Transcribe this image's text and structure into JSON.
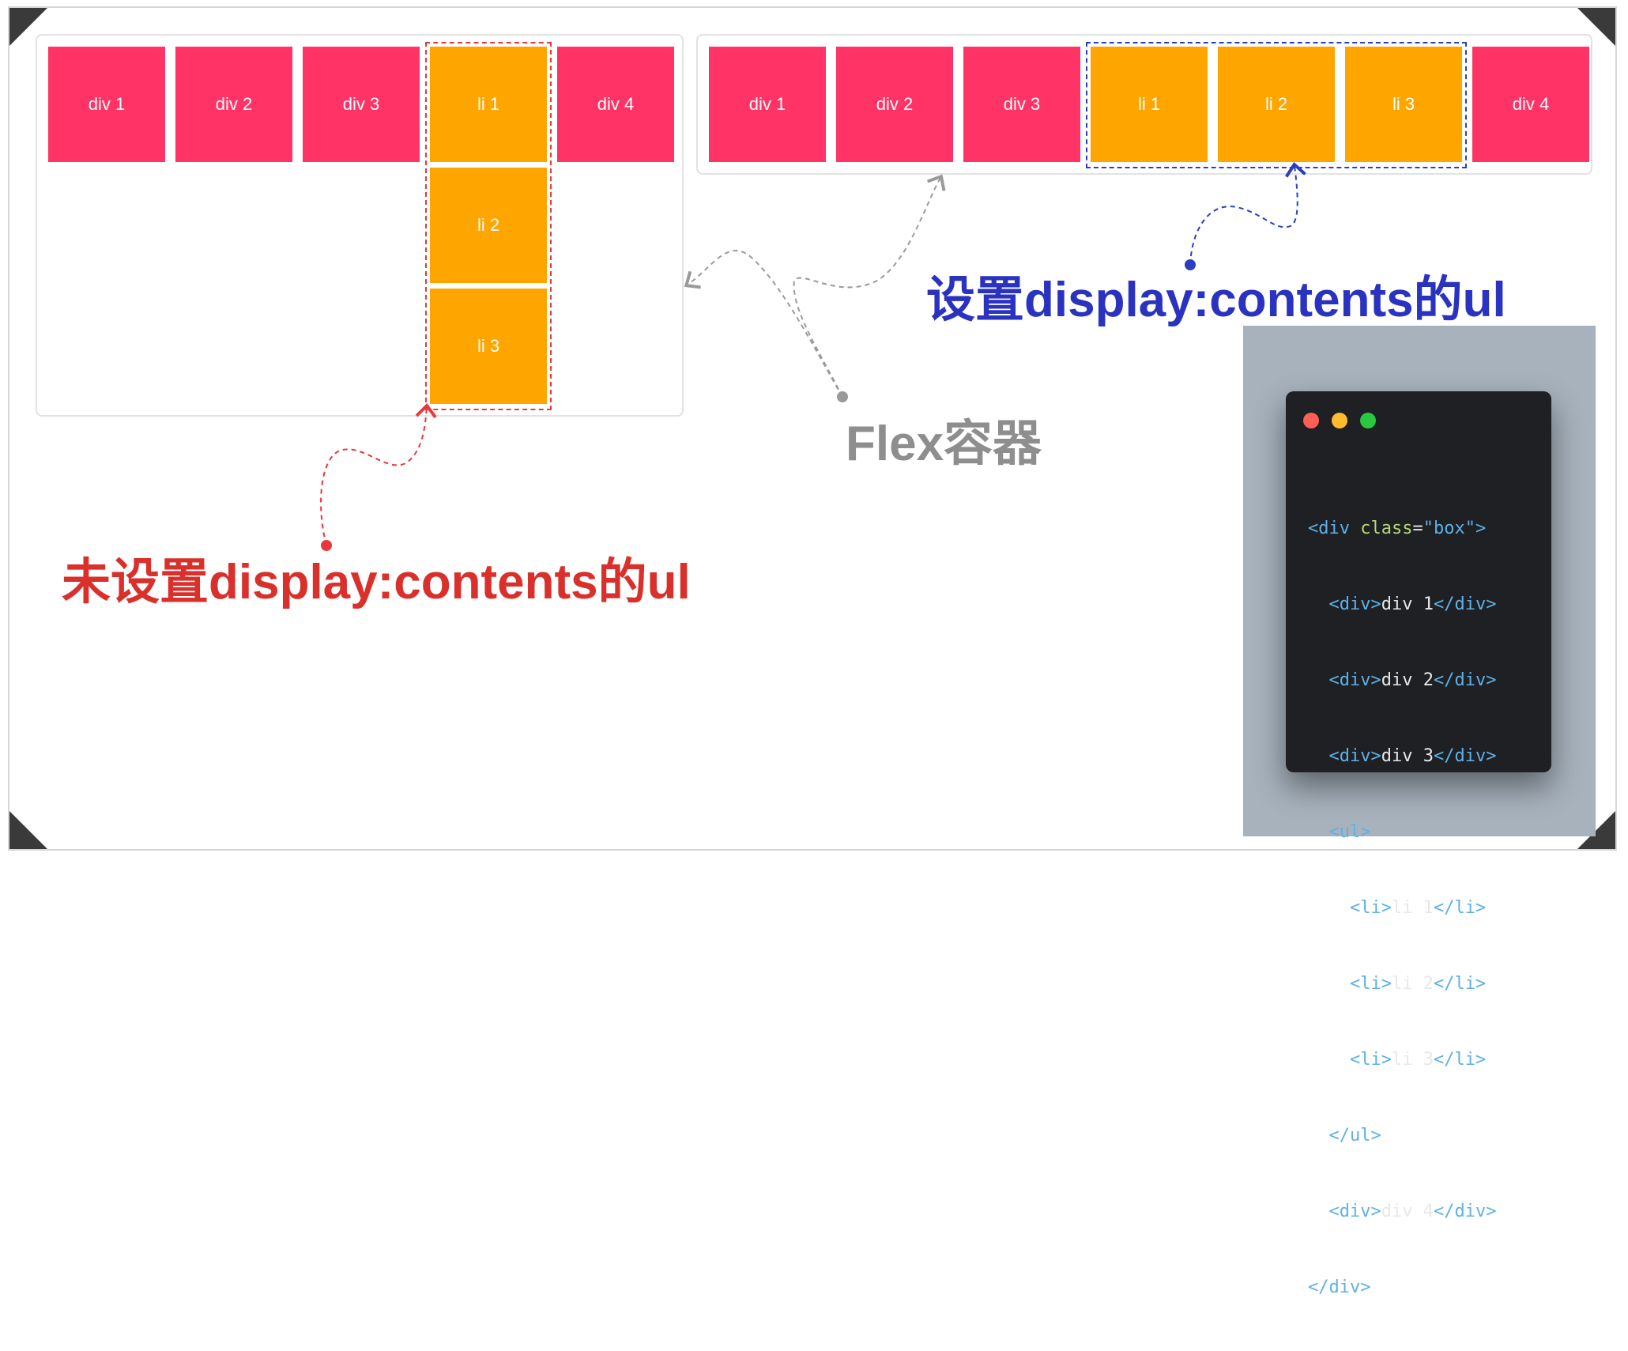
{
  "left_demo": {
    "divs": [
      "div 1",
      "div 2",
      "div 3"
    ],
    "lis": [
      "li 1",
      "li 2",
      "li 3"
    ],
    "last_div": "div 4"
  },
  "right_demo": {
    "divs": [
      "div 1",
      "div 2",
      "div 3"
    ],
    "lis": [
      "li 1",
      "li 2",
      "li 3"
    ],
    "last_div": "div 4"
  },
  "labels": {
    "no_contents": "未设置display:contents的ul",
    "with_contents": "设置display:contents的ul",
    "flex_container": "Flex容器"
  },
  "colors": {
    "div_box": "#ff3366",
    "li_box": "#ffa500",
    "red_annotation": "#d9302c",
    "blue_annotation": "#2a33c0",
    "gray_annotation": "#8e8e8e",
    "code_window_dots": [
      "#ff5f57",
      "#febc2e",
      "#28c840"
    ]
  },
  "code": {
    "open_div": "<div",
    "class_attr": "class",
    "eq": "=",
    "class_val": "\"box\"",
    "gt": ">",
    "div1_open": "<div>",
    "div1_text": "div 1",
    "div1_close": "</div>",
    "div2_open": "<div>",
    "div2_text": "div 2",
    "div2_close": "</div>",
    "div3_open": "<div>",
    "div3_text": "div 3",
    "div3_close": "</div>",
    "ul_open": "<ul>",
    "li1_open": "<li>",
    "li1_text": "li 1",
    "li1_close": "</li>",
    "li2_open": "<li>",
    "li2_text": "li 2",
    "li2_close": "</li>",
    "li3_open": "<li>",
    "li3_text": "li 3",
    "li3_close": "</li>",
    "ul_close": "</ul>",
    "div4_open": "<div>",
    "div4_text": "div 4",
    "div4_close": "</div>",
    "close_div": "</div>"
  }
}
